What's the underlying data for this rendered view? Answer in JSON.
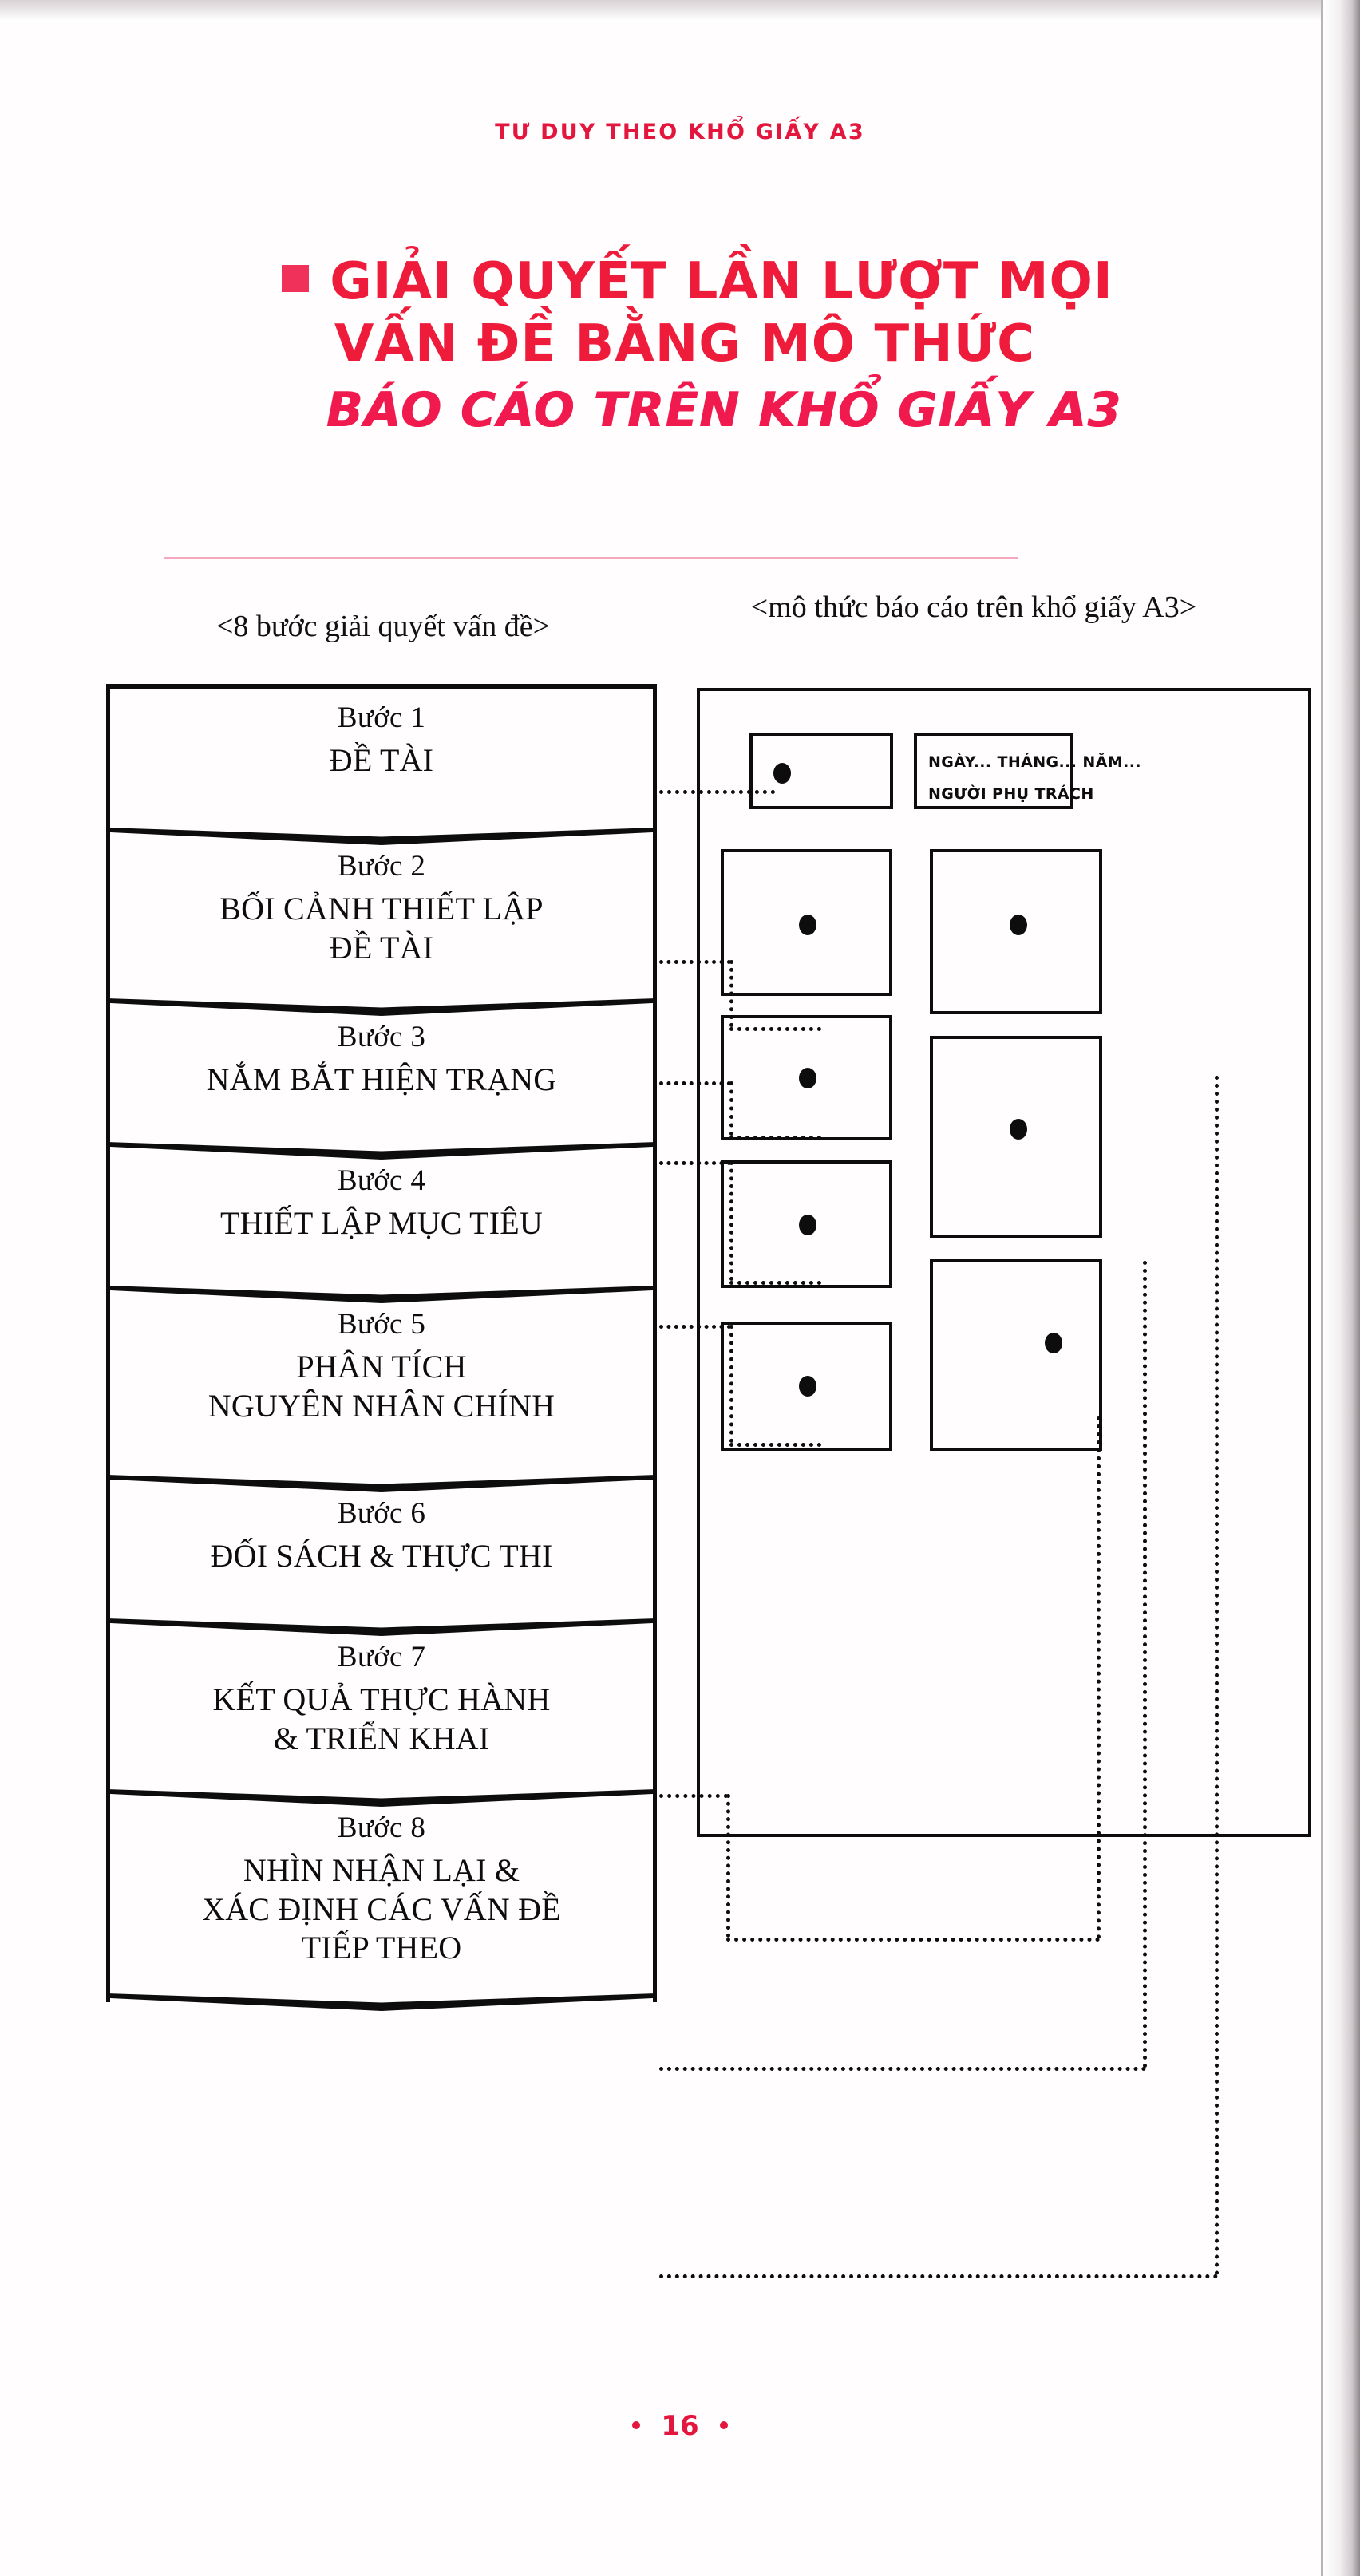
{
  "running_head": "TƯ DUY THEO KHỔ GIẤY A3",
  "heading": {
    "line1": "GIẢI QUYẾT LẦN LƯỢT MỌI",
    "line2": "VẤN ĐỀ BẰNG MÔ THỨC",
    "line3": "BÁO CÁO TRÊN KHỔ GIẤY A3",
    "accent_color": "#ef1b3a",
    "highlight_color": "#f01a4e",
    "bullet": "red-square"
  },
  "captions": {
    "left": "<8 bước giải quyết vấn đề>",
    "right": "<mô thức báo cáo trên khổ giấy A3>"
  },
  "steps": [
    {
      "num": "Bước 1",
      "title": "ĐỀ TÀI"
    },
    {
      "num": "Bước 2",
      "title": "BỐI CẢNH THIẾT LẬP\nĐỀ TÀI"
    },
    {
      "num": "Bước 3",
      "title": "NẮM BẮT HIỆN TRẠNG"
    },
    {
      "num": "Bước 4",
      "title": "THIẾT LẬP MỤC TIÊU"
    },
    {
      "num": "Bước 5",
      "title": "PHÂN TÍCH\nNGUYÊN NHÂN CHÍNH"
    },
    {
      "num": "Bước 6",
      "title": "ĐỐI SÁCH & THỰC THI"
    },
    {
      "num": "Bước 7",
      "title": "KẾT QUẢ THỰC HÀNH\n& TRIỂN KHAI"
    },
    {
      "num": "Bước 8",
      "title": "NHÌN NHẬN LẠI &\nXÁC ĐỊNH CÁC VẤN ĐỀ\nTIẾP THEO"
    }
  ],
  "a3_template": {
    "date_box": {
      "line1": "NGÀY... THÁNG... NĂM...",
      "line2": "NGƯỜI PHỤ TRÁCH"
    },
    "panels": [
      {
        "id": "title-panel",
        "column": "left",
        "label": ""
      },
      {
        "id": "date-panel",
        "column": "right",
        "label": ""
      },
      {
        "id": "panel-left-1",
        "column": "left",
        "label": ""
      },
      {
        "id": "panel-left-2",
        "column": "left",
        "label": ""
      },
      {
        "id": "panel-left-3",
        "column": "left",
        "label": ""
      },
      {
        "id": "panel-left-4",
        "column": "left",
        "label": ""
      },
      {
        "id": "panel-right-1",
        "column": "right",
        "label": ""
      },
      {
        "id": "panel-right-2",
        "column": "right",
        "label": ""
      },
      {
        "id": "panel-right-3",
        "column": "right",
        "label": ""
      }
    ]
  },
  "folio": {
    "page_number": "16",
    "color": "#e3173e"
  }
}
